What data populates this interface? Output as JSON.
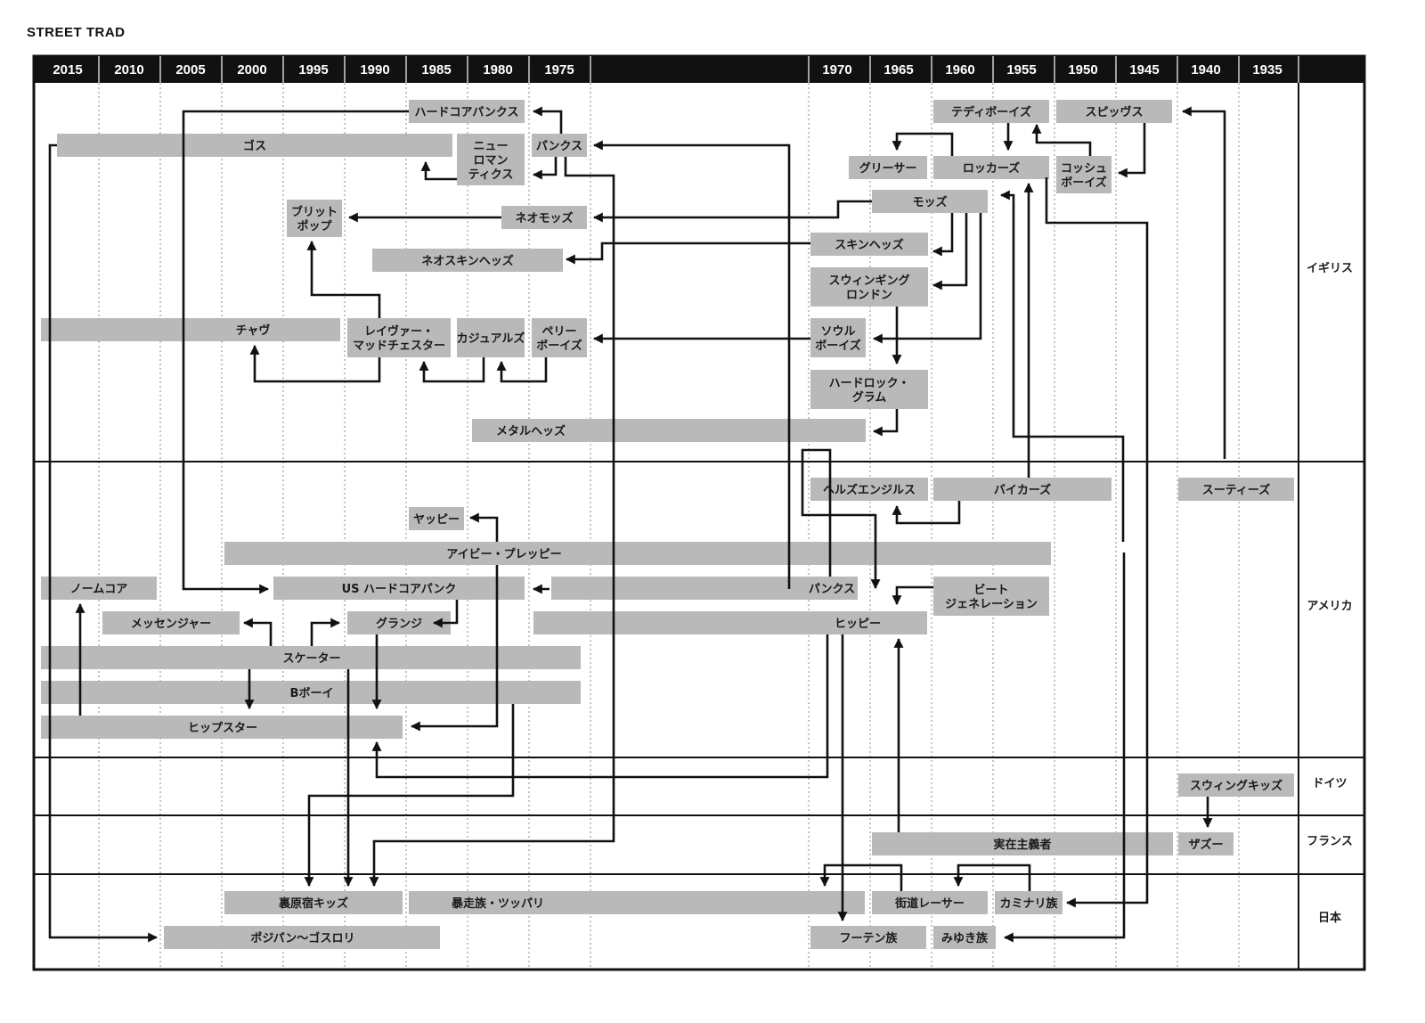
{
  "title": "STREET TRAD",
  "colors": {
    "frame": "#111111",
    "bar": "#b9b9b9",
    "text": "#1a1a1a",
    "header_text": "#ffffff",
    "background": "#ffffff"
  },
  "years": [
    "2015",
    "2010",
    "2005",
    "2000",
    "1995",
    "1990",
    "1985",
    "1980",
    "1975",
    "1970",
    "1965",
    "1960",
    "1955",
    "1950",
    "1945",
    "1940",
    "1935"
  ],
  "regions": [
    "イギリス",
    "アメリカ",
    "ドイツ",
    "フランス",
    "日本"
  ],
  "nodes": [
    {
      "id": "hardcore_punks",
      "lines": [
        "ハードコアパンクス"
      ]
    },
    {
      "id": "teddy_boys",
      "lines": [
        "テディボーイズ"
      ]
    },
    {
      "id": "spivs",
      "lines": [
        "スピッヴス"
      ]
    },
    {
      "id": "goth",
      "lines": [
        "ゴス"
      ]
    },
    {
      "id": "new_romantics",
      "lines": [
        "ニュー",
        "ロマン",
        "ティクス"
      ]
    },
    {
      "id": "punks_uk",
      "lines": [
        "パンクス"
      ]
    },
    {
      "id": "greasers",
      "lines": [
        "グリーサー"
      ]
    },
    {
      "id": "rockers",
      "lines": [
        "ロッカーズ"
      ]
    },
    {
      "id": "cosh_boys",
      "lines": [
        "コッシュ",
        "ボーイズ"
      ]
    },
    {
      "id": "mods",
      "lines": [
        "モッズ"
      ]
    },
    {
      "id": "britpop",
      "lines": [
        "ブリット",
        "ポップ"
      ]
    },
    {
      "id": "neo_mods",
      "lines": [
        "ネオモッズ"
      ]
    },
    {
      "id": "skinheads",
      "lines": [
        "スキンヘッズ"
      ]
    },
    {
      "id": "neo_skinheads",
      "lines": [
        "ネオスキンヘッズ"
      ]
    },
    {
      "id": "swinging_london",
      "lines": [
        "スウィンギング",
        "ロンドン"
      ]
    },
    {
      "id": "chav",
      "lines": [
        "チャヴ"
      ]
    },
    {
      "id": "raver",
      "lines": [
        "レイヴァー・",
        "マッドチェスター"
      ]
    },
    {
      "id": "casuals",
      "lines": [
        "カジュアルズ"
      ]
    },
    {
      "id": "perry_boys",
      "lines": [
        "ペリー",
        "ボーイズ"
      ]
    },
    {
      "id": "soul_boys",
      "lines": [
        "ソウル",
        "ボーイズ"
      ]
    },
    {
      "id": "hard_rock_glam",
      "lines": [
        "ハードロック・",
        "グラム"
      ]
    },
    {
      "id": "metal_heads",
      "lines": [
        "メタルヘッズ"
      ]
    },
    {
      "id": "hells_angels",
      "lines": [
        "ヘルズエンジルス"
      ]
    },
    {
      "id": "bikers",
      "lines": [
        "バイカーズ"
      ]
    },
    {
      "id": "zooties",
      "lines": [
        "スーティーズ"
      ]
    },
    {
      "id": "yuppie",
      "lines": [
        "ヤッピー"
      ]
    },
    {
      "id": "ivy_preppy",
      "lines": [
        "アイビー・プレッピー"
      ]
    },
    {
      "id": "normcore",
      "lines": [
        "ノームコア"
      ]
    },
    {
      "id": "us_hardcore_punk",
      "lines": [
        "US ハードコアパンク"
      ]
    },
    {
      "id": "punks_us",
      "lines": [
        "パンクス"
      ]
    },
    {
      "id": "beat_generation",
      "lines": [
        "ビート",
        "ジェネレーション"
      ]
    },
    {
      "id": "messenger",
      "lines": [
        "メッセンジャー"
      ]
    },
    {
      "id": "grunge",
      "lines": [
        "グランジ"
      ]
    },
    {
      "id": "hippie",
      "lines": [
        "ヒッピー"
      ]
    },
    {
      "id": "skater",
      "lines": [
        "スケーター"
      ]
    },
    {
      "id": "b_boy",
      "lines": [
        "Bボーイ"
      ]
    },
    {
      "id": "hipster",
      "lines": [
        "ヒップスター"
      ]
    },
    {
      "id": "swing_kids",
      "lines": [
        "スウィングキッズ"
      ]
    },
    {
      "id": "existentialists",
      "lines": [
        "実在主義者"
      ]
    },
    {
      "id": "zazou",
      "lines": [
        "ザズー"
      ]
    },
    {
      "id": "ura_harajuku",
      "lines": [
        "裏原宿キッズ"
      ]
    },
    {
      "id": "bosozoku",
      "lines": [
        "暴走族・ツッパリ"
      ]
    },
    {
      "id": "kaido_racer",
      "lines": [
        "街道レーサー"
      ]
    },
    {
      "id": "kaminari",
      "lines": [
        "カミナリ族"
      ]
    },
    {
      "id": "pojipan",
      "lines": [
        "ポジパン〜ゴスロリ"
      ]
    },
    {
      "id": "futen",
      "lines": [
        "フーテン族"
      ]
    },
    {
      "id": "miyuki",
      "lines": [
        "みゆき族"
      ]
    }
  ]
}
